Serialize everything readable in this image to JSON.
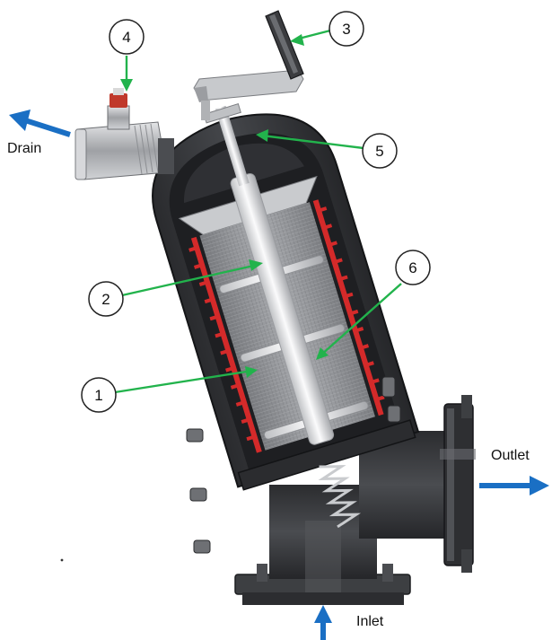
{
  "colors": {
    "housing": "#3a3b3e",
    "housing_dark": "#1f2022",
    "housing_light": "#5a5c60",
    "screen": "#8c8e92",
    "screen_light": "#b9bbbf",
    "seal_red": "#d42a2a",
    "shaft": "#e6e7ea",
    "valve_metal": "#b8babd",
    "valve_cap": "#c0392b",
    "leader_green": "#22b34c",
    "flow_blue": "#1a6fc4",
    "callout_stroke": "#222222"
  },
  "icons": {
    "drain_arrow": "arrow-up-left-icon",
    "outlet_arrow": "arrow-right-icon",
    "inlet_arrow": "arrow-up-icon"
  },
  "callouts": [
    {
      "number": "1"
    },
    {
      "number": "2"
    },
    {
      "number": "3"
    },
    {
      "number": "4"
    },
    {
      "number": "5"
    },
    {
      "number": "6"
    }
  ],
  "labels": {
    "drain": "Drain",
    "outlet": "Outlet",
    "inlet": "Inlet"
  }
}
